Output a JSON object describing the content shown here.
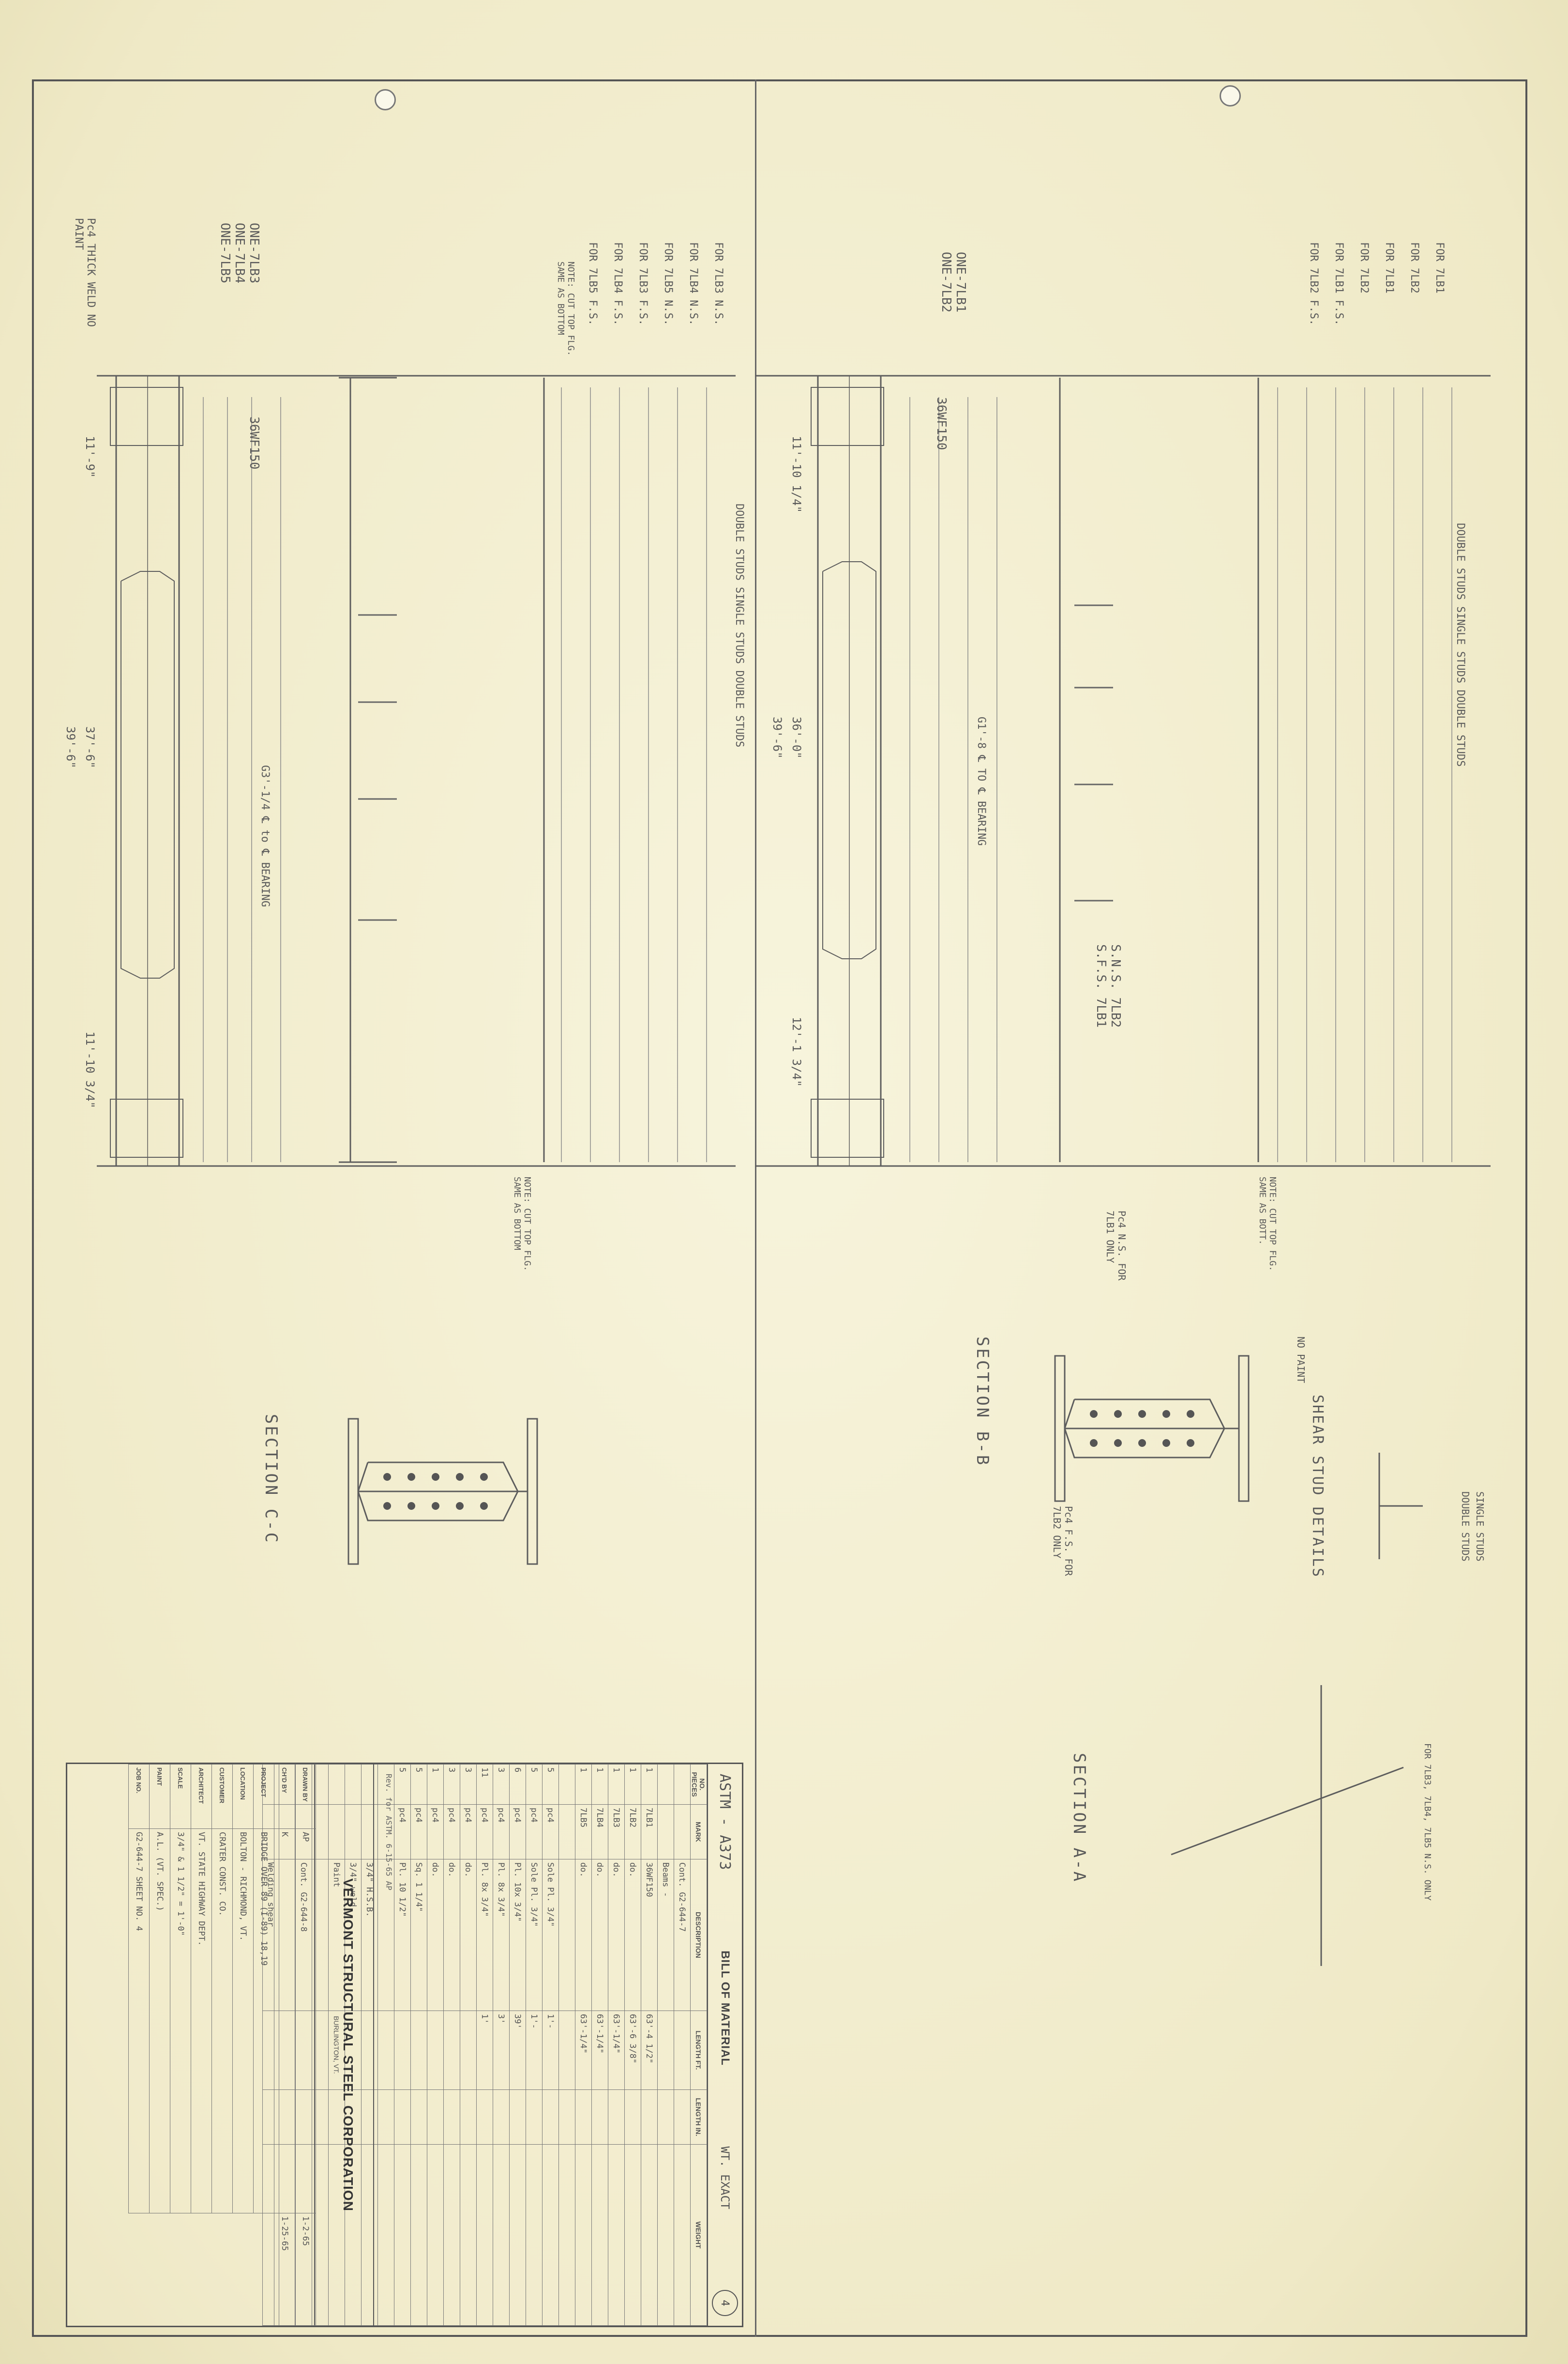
{
  "title_block": {
    "spec": "ASTM - A373",
    "bom_title": "BILL OF MATERIAL",
    "weight_note": "WT. EXACT",
    "sheet_circle": "4",
    "columns": [
      "NO. PIECES",
      "MARK",
      "DESCRIPTION",
      "LENGTH FT.",
      "LENGTH IN.",
      "WEIGHT"
    ],
    "rows": [
      [
        "",
        "",
        "Cont. G2-644-7",
        "",
        "",
        ""
      ],
      [
        "",
        "",
        "Beams -",
        "",
        "",
        ""
      ],
      [
        "1",
        "7LB1",
        "36WF150",
        "63'-4 1/2\"",
        "",
        ""
      ],
      [
        "1",
        "7LB2",
        "do.",
        "63'-6 3/8\"",
        "",
        ""
      ],
      [
        "1",
        "7LB3",
        "do.",
        "63'-1/4\"",
        "",
        ""
      ],
      [
        "1",
        "7LB4",
        "do.",
        "63'-1/4\"",
        "",
        ""
      ],
      [
        "1",
        "7LB5",
        "do.",
        "63'-1/4\"",
        "",
        ""
      ],
      [
        "",
        "",
        "",
        "",
        "",
        ""
      ],
      [
        "5",
        "pc4",
        "Sole Pl. 3/4\"",
        "1'-",
        "",
        ""
      ],
      [
        "5",
        "pc4",
        "Sole Pl. 3/4\"",
        "1'-",
        "",
        ""
      ],
      [
        "6",
        "pc4",
        "Pl. 10x 3/4\"",
        "39'",
        "",
        ""
      ],
      [
        "3",
        "pc4",
        "Pl. 8x 3/4\"",
        "3'",
        "",
        ""
      ],
      [
        "11",
        "pc4",
        "Pl. 8x 3/4\"",
        "1'",
        "",
        ""
      ],
      [
        "3",
        "pc4",
        "do.",
        "",
        "",
        ""
      ],
      [
        "3",
        "pc4",
        "do.",
        "",
        "",
        ""
      ],
      [
        "1",
        "pc4",
        "do.",
        "",
        "",
        ""
      ],
      [
        "5",
        "pc4",
        "Sq. 1 1/4\"",
        "",
        "",
        ""
      ],
      [
        "5",
        "pc4",
        "Pl. 10 1/2\"",
        "",
        "",
        ""
      ],
      [
        "",
        "",
        "",
        "",
        "",
        ""
      ],
      [
        "",
        "",
        "3/4\" H.S.B.",
        "",
        "",
        ""
      ],
      [
        "",
        "",
        "3/4\" weld",
        "",
        "",
        ""
      ],
      [
        "",
        "",
        "Paint",
        "",
        "",
        ""
      ],
      [
        "",
        "",
        "",
        "",
        "",
        ""
      ],
      [
        "",
        "",
        "Cont. G2-644-8",
        "",
        "",
        ""
      ],
      [
        "",
        "",
        "",
        "",
        "",
        ""
      ],
      [
        "",
        "",
        "Welding shear",
        "",
        "",
        ""
      ]
    ],
    "company": "VERMONT STRUCTURAL STEEL CORPORATION",
    "city": "BURLINGTON, VT.",
    "rev_note": "Rev. for ASTM. 6-15-65 AP",
    "fields": [
      {
        "label": "DRAWN BY",
        "value": "AP",
        "date": "1-2-65"
      },
      {
        "label": "CH'D BY",
        "value": "K",
        "date": "1-25-65"
      },
      {
        "label": "PROJECT",
        "value": "BRIDGE OVER 89 (I-89) 18,19"
      },
      {
        "label": "LOCATION",
        "value": "BOLTON - RICHMOND, VT."
      },
      {
        "label": "CUSTOMER",
        "value": "CRATER CONST. CO."
      },
      {
        "label": "ARCHITECT",
        "value": "VT. STATE HIGHWAY DEPT."
      },
      {
        "label": "SCALE",
        "value": "3/4\" & 1 1/2\" = 1'-0\""
      },
      {
        "label": "PAINT",
        "value": "A.L. (VT. SPEC.)"
      },
      {
        "label": "JOB NO.",
        "value": "G2-644-7 SHEET NO. 4"
      }
    ]
  },
  "views": [
    {
      "label": "SECTION C-C"
    },
    {
      "label": "SECTION B-B"
    },
    {
      "label": "SECTION A-A"
    },
    {
      "label": "SHEAR STUD DETAILS"
    }
  ],
  "left_beam_notes": {
    "marks": [
      "ONE-7LB3",
      "ONE-7LB4",
      "ONE-7LB5"
    ],
    "section": "36WF150",
    "lengths": [
      "11'-9\"",
      "37'-6\"",
      "39'-6\"",
      "11'-10 3/4\""
    ],
    "bearing": "G3'-1/4 ℄ to ℄ BEARING",
    "paint_note": "Pc4 THICK WELD NO PAINT",
    "stud_rows": [
      "FOR 7LB3 N.S.",
      "FOR 7LB4 N.S.",
      "FOR 7LB5 N.S.",
      "FOR 7LB3 F.S.",
      "FOR 7LB4 F.S.",
      "FOR 7LB5 F.S."
    ],
    "stud_note": "NOTE: CUT TOP FLG. SAME AS BOTTOM",
    "studs_headline": "DOUBLE STUDS  SINGLE STUDS  DOUBLE STUDS"
  },
  "right_beam_notes": {
    "marks": [
      "ONE-7LB1",
      "ONE-7LB2"
    ],
    "section": "36WF150",
    "lengths": [
      "11'-10 1/4\"",
      "36'-0\"",
      "39'-6\"",
      "12'-1 3/4\""
    ],
    "bearing": "G1'-8 ℄ TO ℄ BEARING",
    "sns": "S.N.S. 7LB2",
    "sfs": "S.F.S. 7LB1",
    "stud_rows": [
      "FOR 7LB1",
      "FOR 7LB2",
      "FOR 7LB1",
      "FOR 7LB2",
      "FOR 7LB1 F.S.",
      "FOR 7LB2 F.S."
    ],
    "studs_headline": "DOUBLE STUDS  SINGLE STUDS  DOUBLE STUDS"
  },
  "misc_notes": [
    "NOTE: CUT TOP FLG. SAME AS BOTT.",
    "NOTE: CUT TOP FLG. SAME AS BOTTOM",
    "Pc4 N.S. FOR 7LB1 ONLY",
    "Pc4 F.S. FOR 7LB2 ONLY",
    "NO PAINT",
    "SINGLE STUDS",
    "DOUBLE STUDS",
    "FOR 7LB3, 7LB4, 7LB5 N.S. ONLY"
  ]
}
